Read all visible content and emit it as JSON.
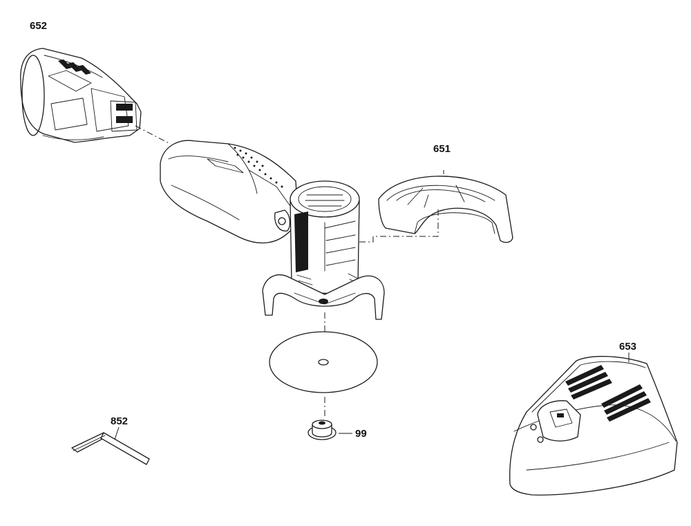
{
  "diagram": {
    "parts": [
      {
        "id": "battery",
        "callout": "652"
      },
      {
        "id": "guard",
        "callout": "651"
      },
      {
        "id": "charger",
        "callout": "653"
      },
      {
        "id": "hex-key",
        "callout": "852"
      },
      {
        "id": "screw",
        "callout": "99"
      }
    ]
  }
}
